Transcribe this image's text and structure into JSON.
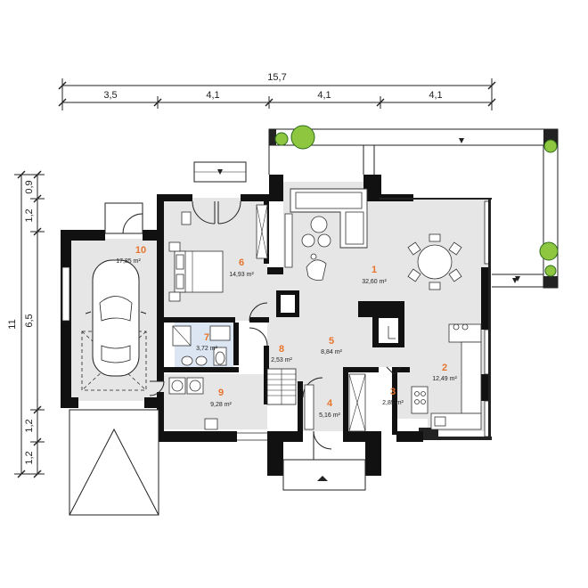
{
  "dimensions": {
    "top_total": "15,7",
    "top_segments": [
      "3,5",
      "4,1",
      "4,1",
      "4,1"
    ],
    "left_total": "11",
    "left_segments": [
      "0,9",
      "1,2",
      "6,5",
      "1,2",
      "1,2"
    ]
  },
  "rooms": [
    {
      "num": "1",
      "area": "32,60 m²"
    },
    {
      "num": "2",
      "area": "12,49 m²"
    },
    {
      "num": "3",
      "area": "2,85 m²"
    },
    {
      "num": "4",
      "area": "5,16 m²"
    },
    {
      "num": "5",
      "area": "8,84 m²"
    },
    {
      "num": "6",
      "area": "14,93 m²"
    },
    {
      "num": "7",
      "area": "3,72 m²"
    },
    {
      "num": "8",
      "area": "2,53 m²"
    },
    {
      "num": "9",
      "area": "9,28 m²"
    },
    {
      "num": "10",
      "area": "17,85 m²"
    }
  ],
  "colors": {
    "wall": "#111111",
    "floor_interior": "#e6e6e6",
    "room_number": "#e8742c",
    "tree": "#8ec63f"
  }
}
